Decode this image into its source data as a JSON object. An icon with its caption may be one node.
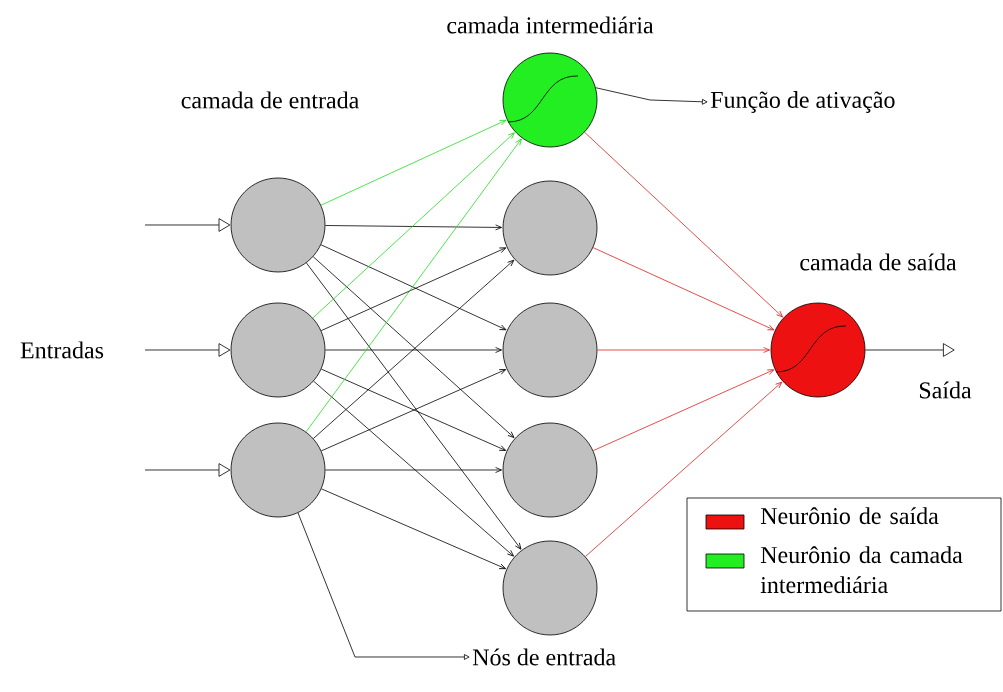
{
  "diagram": {
    "nodes": [
      {
        "text": [],
        "shape": "circle"
      },
      {
        "text": [],
        "shape": "circle"
      },
      {
        "text": [],
        "shape": "circle"
      },
      {
        "text": [],
        "shape": "circle"
      },
      {
        "text": [],
        "shape": "circle"
      },
      {
        "text": [],
        "shape": "circle"
      },
      {
        "text": [],
        "shape": "circle"
      },
      {
        "text": [],
        "shape": "circle"
      },
      {
        "text": [],
        "shape": "circle"
      },
      {
        "text": [
          "Função de ativação"
        ]
      },
      {
        "text": [
          "Nós de entrada"
        ]
      }
    ],
    "edges": [
      {
        "from": null,
        "to": 0,
        "arrow": "to"
      },
      {
        "from": null,
        "to": 1,
        "arrow": "to"
      },
      {
        "from": null,
        "to": 2,
        "arrow": "to"
      },
      {
        "from": 0,
        "to": 3,
        "arrow": "to",
        "color": "#22dd22"
      },
      {
        "from": 0,
        "to": 4,
        "arrow": "to"
      },
      {
        "from": 0,
        "to": 5,
        "arrow": "to"
      },
      {
        "from": 0,
        "to": 6,
        "arrow": "to"
      },
      {
        "from": 0,
        "to": 7,
        "arrow": "to"
      },
      {
        "from": 1,
        "to": 3,
        "arrow": "to",
        "color": "#22dd22"
      },
      {
        "from": 1,
        "to": 4,
        "arrow": "to"
      },
      {
        "from": 1,
        "to": 5,
        "arrow": "to"
      },
      {
        "from": 1,
        "to": 6,
        "arrow": "to"
      },
      {
        "from": 1,
        "to": 7,
        "arrow": "to"
      },
      {
        "from": 2,
        "to": 3,
        "arrow": "to",
        "color": "#22dd22"
      },
      {
        "from": 2,
        "to": 4,
        "arrow": "to"
      },
      {
        "from": 2,
        "to": 5,
        "arrow": "to"
      },
      {
        "from": 2,
        "to": 6,
        "arrow": "to"
      },
      {
        "from": 2,
        "to": 7,
        "arrow": "to"
      },
      {
        "from": 3,
        "to": 8,
        "arrow": "to",
        "color": "#e02020"
      },
      {
        "from": 4,
        "to": 8,
        "arrow": "to",
        "color": "#e02020"
      },
      {
        "from": 5,
        "to": 8,
        "arrow": "to",
        "color": "#e02020"
      },
      {
        "from": 6,
        "to": 8,
        "arrow": "to",
        "color": "#e02020"
      },
      {
        "from": 7,
        "to": 8,
        "arrow": "to",
        "color": "#e02020"
      },
      {
        "from": 8,
        "to": null,
        "arrow": "to"
      },
      {
        "from": 3,
        "to": 9,
        "arrow": "to"
      },
      {
        "from": 2,
        "to": 10,
        "arrow": "to"
      }
    ],
    "labels": [
      "camada intermediária",
      "camada de entrada",
      "camada de saída",
      "Entradas",
      "Saída"
    ],
    "legend": [
      {
        "text": "Neurônio de saída",
        "color": "#ee1111"
      },
      {
        "text": "Neurônio da camada intermediária",
        "color": "#22ee22"
      }
    ]
  }
}
